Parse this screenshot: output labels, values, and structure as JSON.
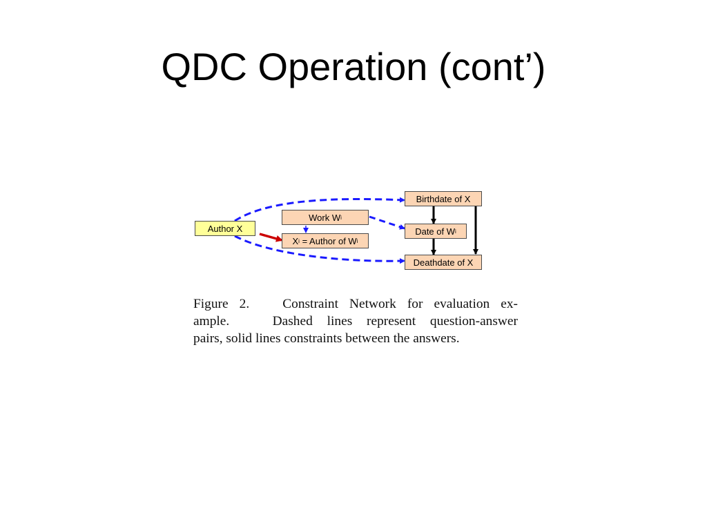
{
  "slide": {
    "title": "QDC Operation (cont’)"
  },
  "diagram": {
    "nodes": {
      "author": {
        "label": "Author X"
      },
      "work": {
        "label": "Work W",
        "sub": "i"
      },
      "xi": {
        "label_pre": "X",
        "label_pre_sub": "i",
        "label_mid": " = Author of W",
        "label_post_sub": "i"
      },
      "birthdate": {
        "label": "Birthdate of X"
      },
      "date": {
        "label": "Date of W",
        "sub": "i"
      },
      "deathdate": {
        "label": "Deathdate of X"
      }
    },
    "colors": {
      "dashed_edge": "#1a1aff",
      "solid_edge": "#000000",
      "red_edge": "#cc0000",
      "node_fill": "#fcd5b4",
      "author_fill": "#ffff99"
    }
  },
  "caption": {
    "line1": "Figure 2.   Constraint Network for evaluation ex-",
    "line2": "ample.   Dashed lines represent question-answer",
    "line3": "pairs, solid lines constraints between the answers."
  }
}
